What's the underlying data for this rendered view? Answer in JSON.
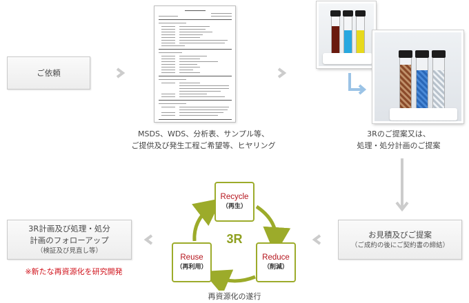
{
  "step_request": "ご依頼",
  "caption_info": "MSDS、WDS、分析表、サンプル等、\nご提供及び発生工程ご希望等、ヒヤリング",
  "caption_proposal": "3Rのご提案又は、\n処理・処分計画のご提案",
  "step_quote": {
    "title": "お見積及びご提案",
    "sub": "（ご成約の後にご契約書の締結）"
  },
  "step_followup": {
    "title": "3R計画及び処理・処分\n計画のフォローアップ",
    "sub": "（検証及び見直し等）"
  },
  "note_research": "※新たな再資源化を研究開発",
  "cycle": {
    "center": "3R",
    "recycle": {
      "en": "Recycle",
      "jp": "（再生）"
    },
    "reduce": {
      "en": "Reduce",
      "jp": "（削減）"
    },
    "reuse": {
      "en": "Reuse",
      "jp": "（再利用）"
    },
    "caption": "再資源化の遂行"
  },
  "colors": {
    "arrow_gray": "#cccccc",
    "arrow_blue": "#9bc3e6",
    "cycle_green": "#9cab2a",
    "accent_red": "#d0121b"
  }
}
